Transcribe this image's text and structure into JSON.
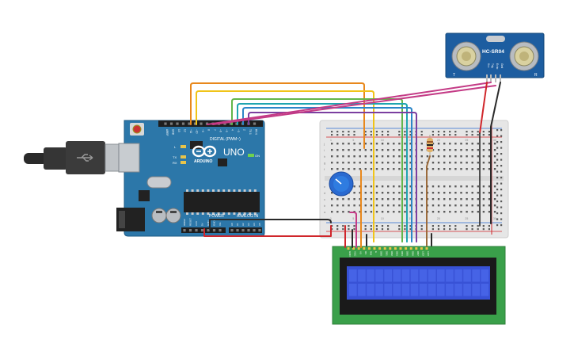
{
  "arduino": {
    "brand": "ARDUINO",
    "model": "UNO",
    "digital_label": "DIGITAL (PWM~)",
    "power_label": "POWER",
    "analog_label": "ANALOG IN",
    "on_label": "ON",
    "led_l": "L",
    "led_tx": "TX",
    "led_rx": "RX",
    "header_top_pins": [
      "AREF",
      "GND",
      "13",
      "12",
      "~11",
      "~10",
      "~9",
      "8",
      "7",
      "~6",
      "~5",
      "4",
      "~3",
      "2",
      "TX 1",
      "RX 0"
    ],
    "header_power_pins": [
      "IOREF",
      "RESET",
      "3.3V",
      "5V",
      "GND",
      "GND",
      "Vin"
    ],
    "header_analog_pins": [
      "A0",
      "A1",
      "A2",
      "A3",
      "A4",
      "A5"
    ]
  },
  "sensor": {
    "model": "HC-SR04",
    "left_mark": "T",
    "right_mark": "R",
    "pins": [
      "Vcc",
      "Trig",
      "Echo",
      "Gnd"
    ]
  },
  "breadboard": {
    "row_letters_top": [
      "j",
      "i",
      "h",
      "g",
      "f"
    ],
    "row_letters_bottom": [
      "e",
      "d",
      "c",
      "b",
      "a"
    ],
    "column_marks": [
      "1",
      "5",
      "10",
      "15",
      "20",
      "25",
      "30"
    ]
  },
  "lcd": {
    "pins": [
      "GND",
      "VCC",
      "V0",
      "RS",
      "RW",
      "E",
      "DB0",
      "DB1",
      "DB2",
      "DB3",
      "DB4",
      "DB5",
      "DB6",
      "DB7",
      "LED",
      "LED"
    ]
  },
  "colors": {
    "arduino_board": "#2c77a9",
    "breadboard": "#e8e8e8",
    "lcd_pcb": "#3aa04a",
    "lcd_screen": "#3852d6",
    "sensor_board": "#1d5da0",
    "wire_red": "#d0262b",
    "wire_black": "#2a2a2a",
    "wire_orange": "#e8881c",
    "wire_yellow": "#f0c419",
    "wire_green": "#62b64a",
    "wire_blue": "#2c86c8",
    "wire_purple": "#7b3fa0",
    "wire_magenta": "#c43b86",
    "wire_brown": "#9b6b3c"
  }
}
